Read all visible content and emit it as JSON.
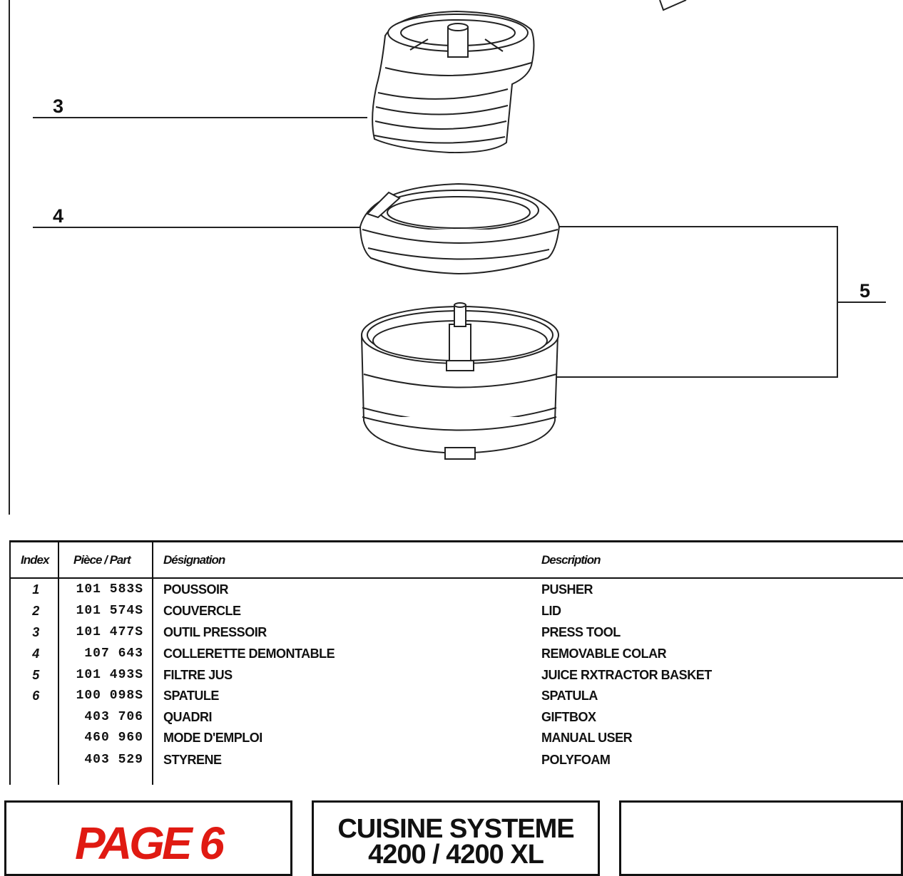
{
  "drawing": {
    "callouts": [
      "3",
      "4",
      "5"
    ]
  },
  "table": {
    "headers": {
      "index": "Index",
      "part": "Pièce / Part",
      "designation": "Désignation",
      "description": "Description"
    },
    "rows": [
      {
        "index": "1",
        "part": "101 583S",
        "designation": "POUSSOIR",
        "description": "PUSHER"
      },
      {
        "index": "2",
        "part": "101 574S",
        "designation": "COUVERCLE",
        "description": "LID"
      },
      {
        "index": "3",
        "part": "101 477S",
        "designation": "OUTIL PRESSOIR",
        "description": "PRESS TOOL"
      },
      {
        "index": "4",
        "part": "107 643",
        "designation": "COLLERETTE DEMONTABLE",
        "description": "REMOVABLE COLAR"
      },
      {
        "index": "5",
        "part": "101 493S",
        "designation": "FILTRE JUS",
        "description": "JUICE RXTRACTOR BASKET"
      },
      {
        "index": "6",
        "part": "100 098S",
        "designation": "SPATULE",
        "description": "SPATULA"
      },
      {
        "index": "",
        "part": "403 706",
        "designation": "QUADRI",
        "description": "GIFTBOX"
      },
      {
        "index": "",
        "part": "460 960",
        "designation": "MODE D'EMPLOI",
        "description": "MANUAL USER"
      },
      {
        "index": "",
        "part": "403 529",
        "designation": "STYRENE",
        "description": "POLYFOAM"
      }
    ]
  },
  "footer": {
    "page_label": "PAGE 6",
    "model_line1": "CUISINE SYSTEME",
    "model_line2": "4200 / 4200 XL",
    "page_color": "#e01a12"
  }
}
